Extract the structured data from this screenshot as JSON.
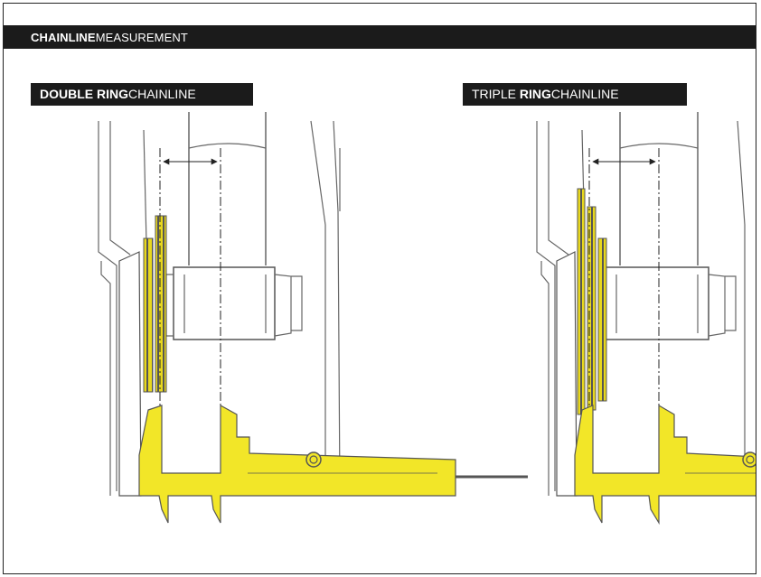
{
  "header": {
    "title_bold": "CHAINLINE",
    "title_rest": "MEASUREMENT"
  },
  "panels": [
    {
      "id": "double",
      "label_pre": "",
      "label_bold": "DOUBLE RING",
      "label_post": "CHAINLINE"
    },
    {
      "id": "triple",
      "label_pre": "TRIPLE ",
      "label_bold": "RING",
      "label_post": "CHAINLINE"
    }
  ],
  "colors": {
    "caliper": "#f2e628",
    "ring": "#e8d81e",
    "line": "#555555",
    "bar": "#1b1b1b"
  }
}
